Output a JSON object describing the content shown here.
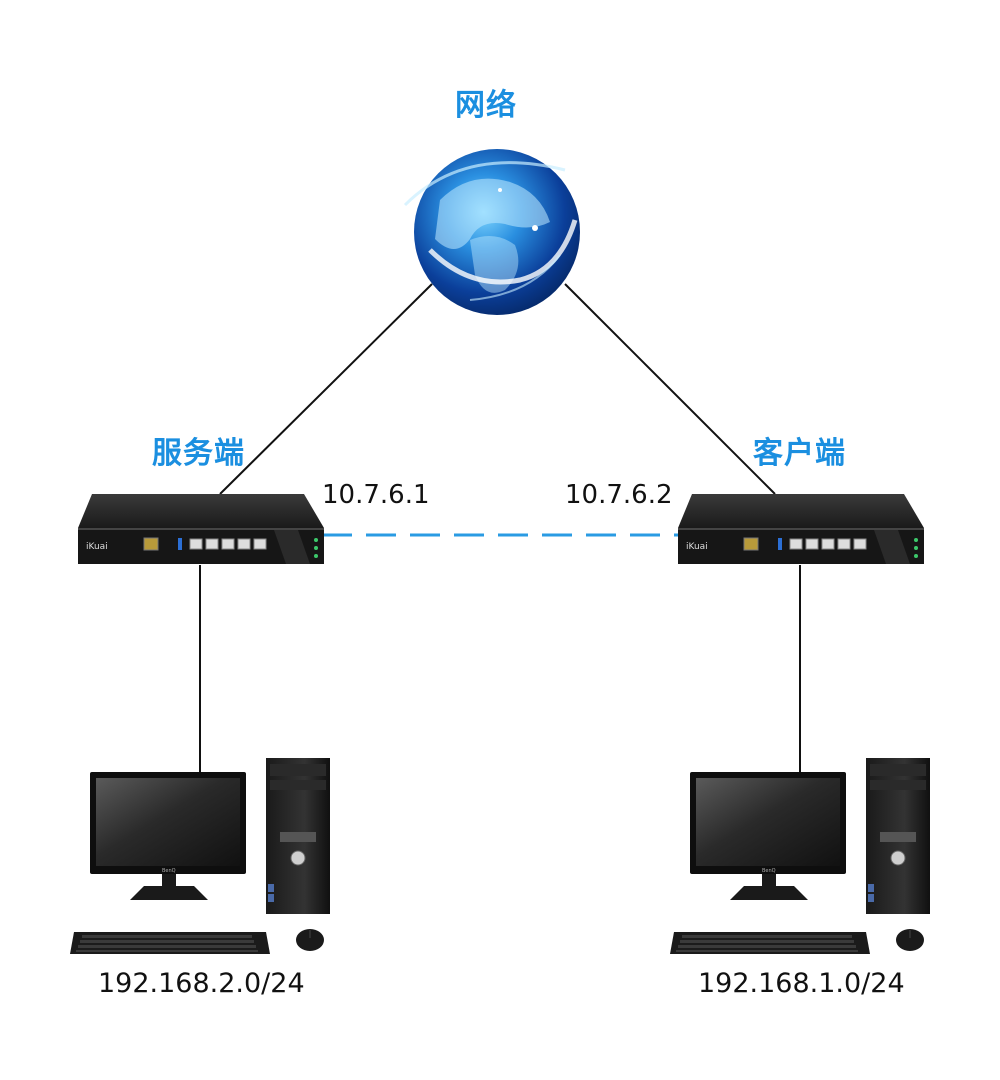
{
  "labels": {
    "network": "网络",
    "server": "服务端",
    "client": "客户端"
  },
  "ips": {
    "server_tunnel": "10.7.6.1",
    "client_tunnel": "10.7.6.2"
  },
  "subnets": {
    "server_lan": "192.168.2.0/24",
    "client_lan": "192.168.1.0/24"
  },
  "devices": {
    "router_brand": "iKuai",
    "pc_brand": "BenQ"
  },
  "colors": {
    "accent": "#1b8fe0",
    "tunnel": "#2a9be3",
    "link": "#111111"
  },
  "icons": {
    "cloud": "globe-icon",
    "router": "router-icon",
    "pc": "desktop-pc-icon"
  }
}
